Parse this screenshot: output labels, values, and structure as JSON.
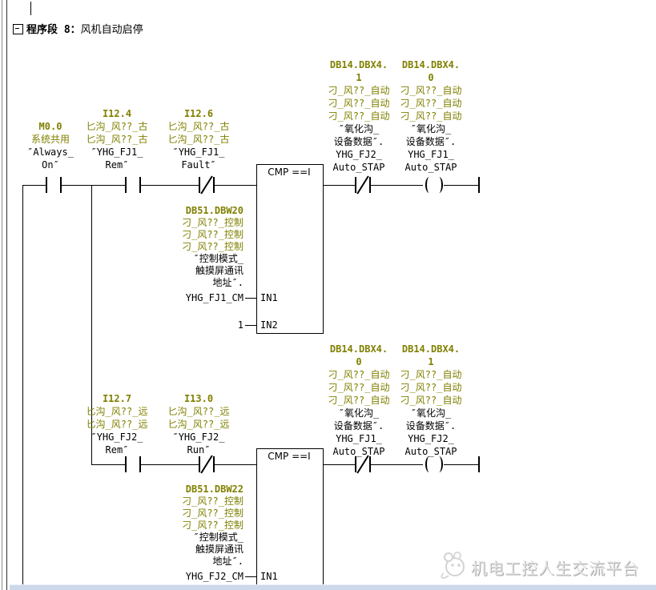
{
  "network": {
    "number_label": "程序段 8：",
    "comment": "风机自动启停",
    "collapse_state": "expanded"
  },
  "colors": {
    "operand_address": "#808000",
    "ladder_line": "#000000",
    "scrollbar": "#cdd8ea"
  },
  "rung1": {
    "always_on": {
      "lines": [
        {
          "t": "M0.0",
          "c": "addr"
        },
        {
          "t": "系统共用",
          "c": "sym"
        },
        {
          "t": "″Always_",
          "c": "nm"
        },
        {
          "t": "On″",
          "c": "nm"
        }
      ]
    },
    "fj1_rem": {
      "lines": [
        {
          "t": "I12.4",
          "c": "addr"
        },
        {
          "t": "匕沟_风??_古",
          "c": "sym"
        },
        {
          "t": "匕沟_风??_古",
          "c": "sym"
        },
        {
          "t": "″YHG_FJ1_",
          "c": "nm"
        },
        {
          "t": "Rem″",
          "c": "nm"
        }
      ]
    },
    "fj1_fault": {
      "lines": [
        {
          "t": "I12.6",
          "c": "addr"
        },
        {
          "t": "匕沟_风??_古",
          "c": "sym"
        },
        {
          "t": "匕沟_风??_古",
          "c": "sym"
        },
        {
          "t": "″YHG_FJ1_",
          "c": "nm"
        },
        {
          "t": "Fault″",
          "c": "nm"
        }
      ]
    },
    "cmp": {
      "title": "CMP ==I",
      "in1": "IN1",
      "in2": "IN2",
      "in1_operand": "YHG_FJ1_CM",
      "in2_value": "1",
      "operand_block": {
        "lines": [
          {
            "t": "DB51.DBW20",
            "c": "addr"
          },
          {
            "t": "刁_风??_控制",
            "c": "sym"
          },
          {
            "t": "刁_风??_控制",
            "c": "sym"
          },
          {
            "t": "刁_风??_控制",
            "c": "sym"
          },
          {
            "t": "″控制模式_",
            "c": "nm"
          },
          {
            "t": "触摸屏通讯",
            "c": "nm"
          },
          {
            "t": "地址″.",
            "c": "nm"
          }
        ]
      }
    },
    "fj2_autostap_nc": {
      "lines": [
        {
          "t": "DB14.DBX4.",
          "c": "addr"
        },
        {
          "t": "1",
          "c": "addr"
        },
        {
          "t": "刁_风??_自动",
          "c": "sym"
        },
        {
          "t": "刁_风??_自动",
          "c": "sym"
        },
        {
          "t": "刁_风??_自动",
          "c": "sym"
        },
        {
          "t": "″氧化沟_",
          "c": "nm"
        },
        {
          "t": "设备数据″.",
          "c": "nm"
        },
        {
          "t": "YHG_FJ2_",
          "c": "nm"
        },
        {
          "t": "Auto_STAP",
          "c": "nm"
        }
      ]
    },
    "fj1_autostap_coil": {
      "lines": [
        {
          "t": "DB14.DBX4.",
          "c": "addr"
        },
        {
          "t": "0",
          "c": "addr"
        },
        {
          "t": "刁_风??_自动",
          "c": "sym"
        },
        {
          "t": "刁_风??_自动",
          "c": "sym"
        },
        {
          "t": "刁_风??_自动",
          "c": "sym"
        },
        {
          "t": "″氧化沟_",
          "c": "nm"
        },
        {
          "t": "设备数据″.",
          "c": "nm"
        },
        {
          "t": "YHG_FJ1_",
          "c": "nm"
        },
        {
          "t": "Auto_STAP",
          "c": "nm"
        }
      ]
    }
  },
  "rung2": {
    "fj2_rem": {
      "lines": [
        {
          "t": "I12.7",
          "c": "addr"
        },
        {
          "t": "匕沟_风??_远",
          "c": "sym"
        },
        {
          "t": "匕沟_风??_远",
          "c": "sym"
        },
        {
          "t": "″YHG_FJ2_",
          "c": "nm"
        },
        {
          "t": "Rem″",
          "c": "nm"
        }
      ]
    },
    "fj2_run": {
      "lines": [
        {
          "t": "I13.0",
          "c": "addr"
        },
        {
          "t": "匕沟_风??_远",
          "c": "sym"
        },
        {
          "t": "匕沟_风??_远",
          "c": "sym"
        },
        {
          "t": "″YHG_FJ2_",
          "c": "nm"
        },
        {
          "t": "Run″",
          "c": "nm"
        }
      ]
    },
    "cmp": {
      "title": "CMP ==I",
      "in1": "IN1",
      "in1_operand": "YHG_FJ2_CM",
      "operand_block": {
        "lines": [
          {
            "t": "DB51.DBW22",
            "c": "addr"
          },
          {
            "t": "刁_风??_控制",
            "c": "sym"
          },
          {
            "t": "刁_风??_控制",
            "c": "sym"
          },
          {
            "t": "刁_风??_控制",
            "c": "sym"
          },
          {
            "t": "″控制模式_",
            "c": "nm"
          },
          {
            "t": "触摸屏通讯",
            "c": "nm"
          },
          {
            "t": "地址″.",
            "c": "nm"
          }
        ]
      }
    },
    "fj1_autostap_nc": {
      "lines": [
        {
          "t": "DB14.DBX4.",
          "c": "addr"
        },
        {
          "t": "0",
          "c": "addr"
        },
        {
          "t": "刁_风??_自动",
          "c": "sym"
        },
        {
          "t": "刁_风??_自动",
          "c": "sym"
        },
        {
          "t": "刁_风??_自动",
          "c": "sym"
        },
        {
          "t": "″氧化沟_",
          "c": "nm"
        },
        {
          "t": "设备数据″.",
          "c": "nm"
        },
        {
          "t": "YHG_FJ1_",
          "c": "nm"
        },
        {
          "t": "Auto_STAP",
          "c": "nm"
        }
      ]
    },
    "fj2_autostap_coil": {
      "lines": [
        {
          "t": "DB14.DBX4.",
          "c": "addr"
        },
        {
          "t": "1",
          "c": "addr"
        },
        {
          "t": "刁_风??_自动",
          "c": "sym"
        },
        {
          "t": "刁_风??_自动",
          "c": "sym"
        },
        {
          "t": "刁_风??_自动",
          "c": "sym"
        },
        {
          "t": "″氧化沟_",
          "c": "nm"
        },
        {
          "t": "设备数据″.",
          "c": "nm"
        },
        {
          "t": "YHG_FJ2_",
          "c": "nm"
        },
        {
          "t": "Auto_STAP",
          "c": "nm"
        }
      ]
    }
  },
  "watermark": {
    "text": "机电工控人生交流平台"
  }
}
